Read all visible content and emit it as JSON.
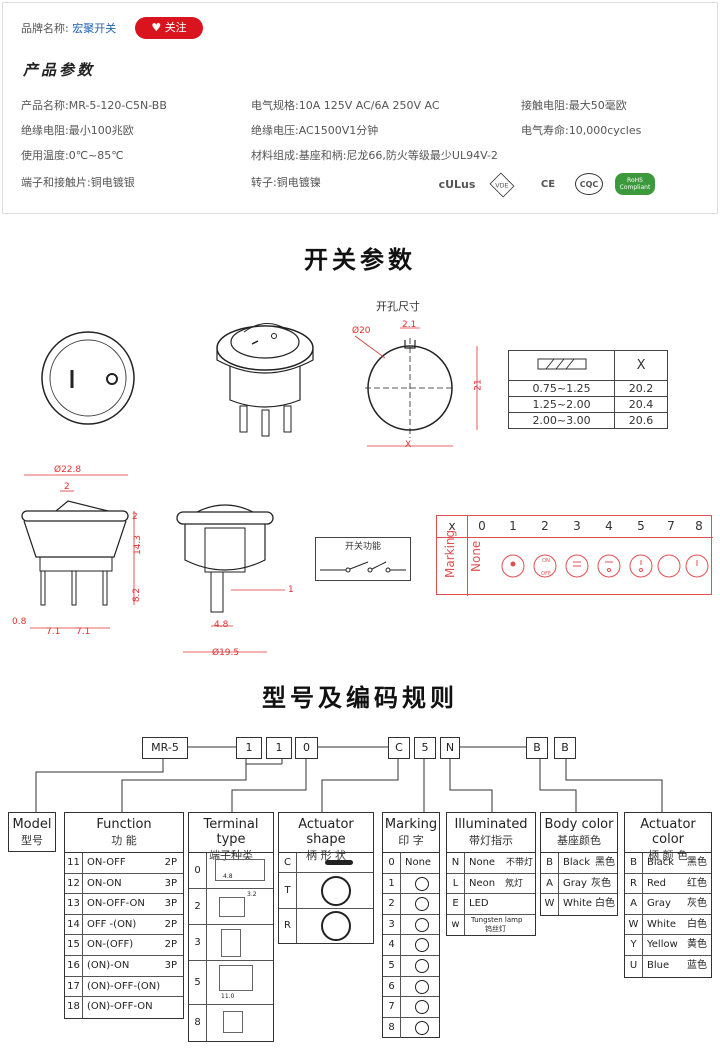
{
  "brand": {
    "label": "品牌名称:",
    "name": "宏聚开关",
    "follow": "关注"
  },
  "params": {
    "heading": "产品参数",
    "items": [
      "产品名称:MR-5-120-C5N-BB",
      "电气规格:10A 125V AC/6A 250V AC",
      "接触电阻:最大50毫欧",
      "绝缘电阻:最小100兆欧",
      "绝缘电压:AC1500V1分钟",
      "电气寿命:10,000cycles",
      "使用温度:0℃~85℃",
      "材料组成:基座和柄:尼龙66,防火等级最少UL94V-2",
      "端子和接触片:铜电镀银",
      "转子:铜电镀镍"
    ],
    "certs": [
      "cULus",
      "VDE",
      "CE",
      "CQC",
      "RoHS Compliant"
    ]
  },
  "switch_section": {
    "title": "开关参数",
    "hole_label": "开孔尺寸",
    "hole_dims": {
      "dia": "Ø20",
      "notch": "2.1",
      "height": "21",
      "width": "X"
    },
    "thickness_table": {
      "header": "X",
      "rows": [
        [
          "0.75~1.25",
          "20.2"
        ],
        [
          "1.25~2.00",
          "20.4"
        ],
        [
          "2.00~3.00",
          "20.6"
        ]
      ]
    },
    "dims": {
      "d1": "Ø22.8",
      "d2": "2",
      "d3": "2",
      "d4": "14.3",
      "d5": "8.2",
      "d6": "0.8",
      "d7": "7.1",
      "d8": "7.1",
      "d9": "4.8",
      "d10": "Ø19.5",
      "d11": "1"
    },
    "function_label": "开关功能",
    "marking_table": {
      "x_label": "x",
      "row_label": "Marking",
      "numbers": [
        "0",
        "1",
        "2",
        "3",
        "4",
        "5",
        "7",
        "8"
      ],
      "none": "None",
      "on": "ON",
      "off": "OFF"
    }
  },
  "code_section": {
    "title": "型号及编码规则",
    "code_boxes": [
      "MR-5",
      "1",
      "1",
      "0",
      "C",
      "5",
      "N",
      "B",
      "B"
    ],
    "columns": {
      "model": {
        "en": "Model",
        "zh": "型号"
      },
      "function": {
        "en": "Function",
        "zh": "功  能",
        "rows": [
          [
            "11",
            "ON-OFF",
            "2P"
          ],
          [
            "12",
            "ON-ON",
            "3P"
          ],
          [
            "13",
            "ON-OFF-ON",
            "3P"
          ],
          [
            "14",
            "OFF -(ON)",
            "2P"
          ],
          [
            "15",
            "ON-(OFF)",
            "2P"
          ],
          [
            "16",
            "(ON)-ON",
            "3P"
          ],
          [
            "17",
            "(ON)-OFF-(ON)",
            ""
          ],
          [
            "18",
            "(ON)-OFF-ON",
            ""
          ]
        ]
      },
      "terminal": {
        "en": "Terminal type",
        "zh": "端子种类",
        "rows": [
          "0",
          "2",
          "3",
          "5",
          "8"
        ],
        "dim_a": "4.8",
        "dim_b": "3.2",
        "dim_c": "11.0"
      },
      "actuator_shape": {
        "en": "Actuator shape",
        "zh": "柄 形 状",
        "rows": [
          "C",
          "T",
          "R"
        ]
      },
      "marking": {
        "en": "Marking",
        "zh": "印  字",
        "rows": [
          "0",
          "1",
          "2",
          "3",
          "4",
          "5",
          "6",
          "7",
          "8"
        ],
        "none": "None"
      },
      "illuminated": {
        "en": "Illuminated",
        "zh": "带灯指示",
        "rows": [
          [
            "N",
            "None",
            "不带灯"
          ],
          [
            "L",
            "Neon",
            "氖灯"
          ],
          [
            "E",
            "LED",
            ""
          ],
          [
            "w",
            "Tungsten lamp",
            "钨丝灯"
          ]
        ]
      },
      "body_color": {
        "en": "Body color",
        "zh": "基座颜色",
        "rows": [
          [
            "B",
            "Black",
            "黑色"
          ],
          [
            "A",
            "Gray",
            "灰色"
          ],
          [
            "W",
            "White",
            "白色"
          ]
        ]
      },
      "actuator_color": {
        "en": "Actuator color",
        "zh": "柄  颜  色",
        "rows": [
          [
            "B",
            "Black",
            "黑色"
          ],
          [
            "R",
            "Red",
            "红色"
          ],
          [
            "A",
            "Gray",
            "灰色"
          ],
          [
            "W",
            "White",
            "白色"
          ],
          [
            "Y",
            "Yellow",
            "黄色"
          ],
          [
            "U",
            "Blue",
            "蓝色"
          ]
        ]
      }
    }
  }
}
